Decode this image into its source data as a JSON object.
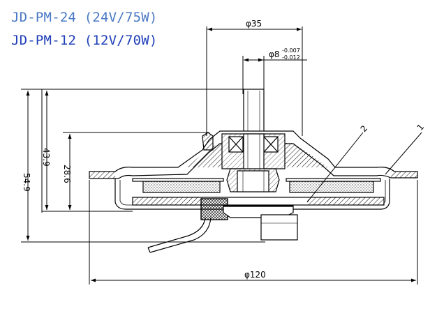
{
  "models": [
    {
      "label": "JD-PM-24 (24V/75W)",
      "color": "#4a78c4"
    },
    {
      "label": "JD-PM-12 (12V/70W)",
      "color": "#1f3fb8"
    }
  ],
  "dimensions": {
    "top_diameter": "φ35",
    "shaft_diameter": "φ8",
    "shaft_tol_upper": "-0.007",
    "shaft_tol_lower": "-0.012",
    "height_total": "54.9",
    "height_mid": "43.9",
    "height_inner": "28.6",
    "base_diameter": "φ120"
  },
  "callouts": {
    "left": "2",
    "right": "1"
  },
  "colors": {
    "line": "#000000",
    "hatch": "#000000"
  }
}
